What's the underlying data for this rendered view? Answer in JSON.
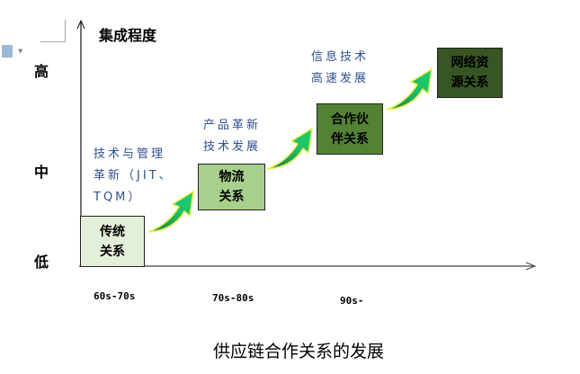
{
  "axis": {
    "y_title": "集成程度",
    "y_levels": {
      "high": "高",
      "mid": "中",
      "low": "低"
    },
    "x_labels": [
      "60s-70s",
      "70s-80s",
      "90s-"
    ]
  },
  "stages": [
    {
      "line1": "传统",
      "line2": "关系",
      "fill": "#e3efd8"
    },
    {
      "line1": "物流",
      "line2": "关系",
      "fill": "#a8d08d"
    },
    {
      "line1": "合作伙",
      "line2": "伴关系",
      "fill": "#548235"
    },
    {
      "line1": "网络资",
      "line2": "源关系",
      "fill": "#375623"
    }
  ],
  "drivers": [
    {
      "lines": [
        "技术与管理",
        "革新（JIT、",
        "TQM）"
      ]
    },
    {
      "lines": [
        "产品革新",
        "技术发展"
      ]
    },
    {
      "lines": [
        "信息技术",
        "高速发展"
      ]
    }
  ],
  "caption": "供应链合作关系的发展"
}
